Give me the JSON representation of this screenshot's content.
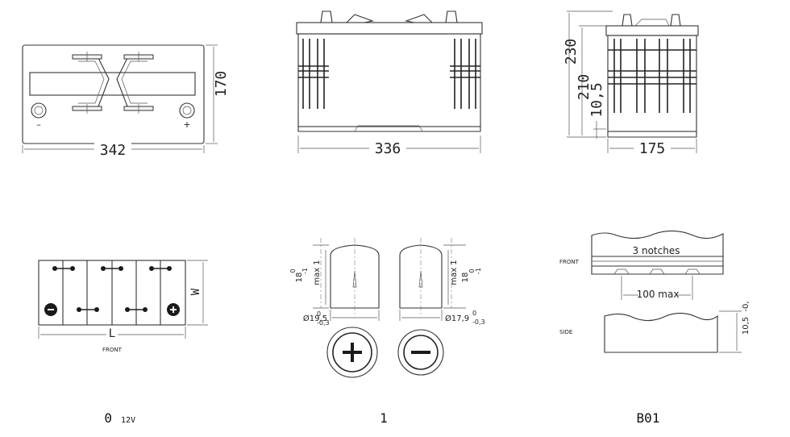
{
  "top": {
    "top_view": {
      "width_dim": "342",
      "depth_dim": "170",
      "minus": "–",
      "plus": "+"
    },
    "front_view": {
      "length_dim": "336"
    },
    "side_view": {
      "total_height": "230",
      "box_height": "210",
      "base_height": "10,5",
      "width_dim": "175"
    }
  },
  "bottom": {
    "layout": {
      "width_label": "W",
      "length_label": "L",
      "front_label": "FRONT",
      "caption_main": "0",
      "caption_voltage": "12V"
    },
    "terminals": {
      "plus_height": "18",
      "plus_height_tol": "0",
      "plus_height_tol2": "-1",
      "plus_max": "max 1",
      "plus_dia": "Ø19,5",
      "plus_dia_tol": "0",
      "plus_dia_tol2": "-0,3",
      "minus_height": "18",
      "minus_height_tol": "0",
      "minus_height_tol2": "-1",
      "minus_max": "max 1",
      "minus_dia": "Ø17,9",
      "minus_dia_tol": "0",
      "minus_dia_tol2": "-0,3",
      "caption": "1"
    },
    "hold_down": {
      "front_label": "FRONT",
      "side_label": "SIDE",
      "notches": "3 notches",
      "max": "100 max",
      "height": "10,5",
      "height_tol": "-0,",
      "caption": "B01"
    }
  }
}
